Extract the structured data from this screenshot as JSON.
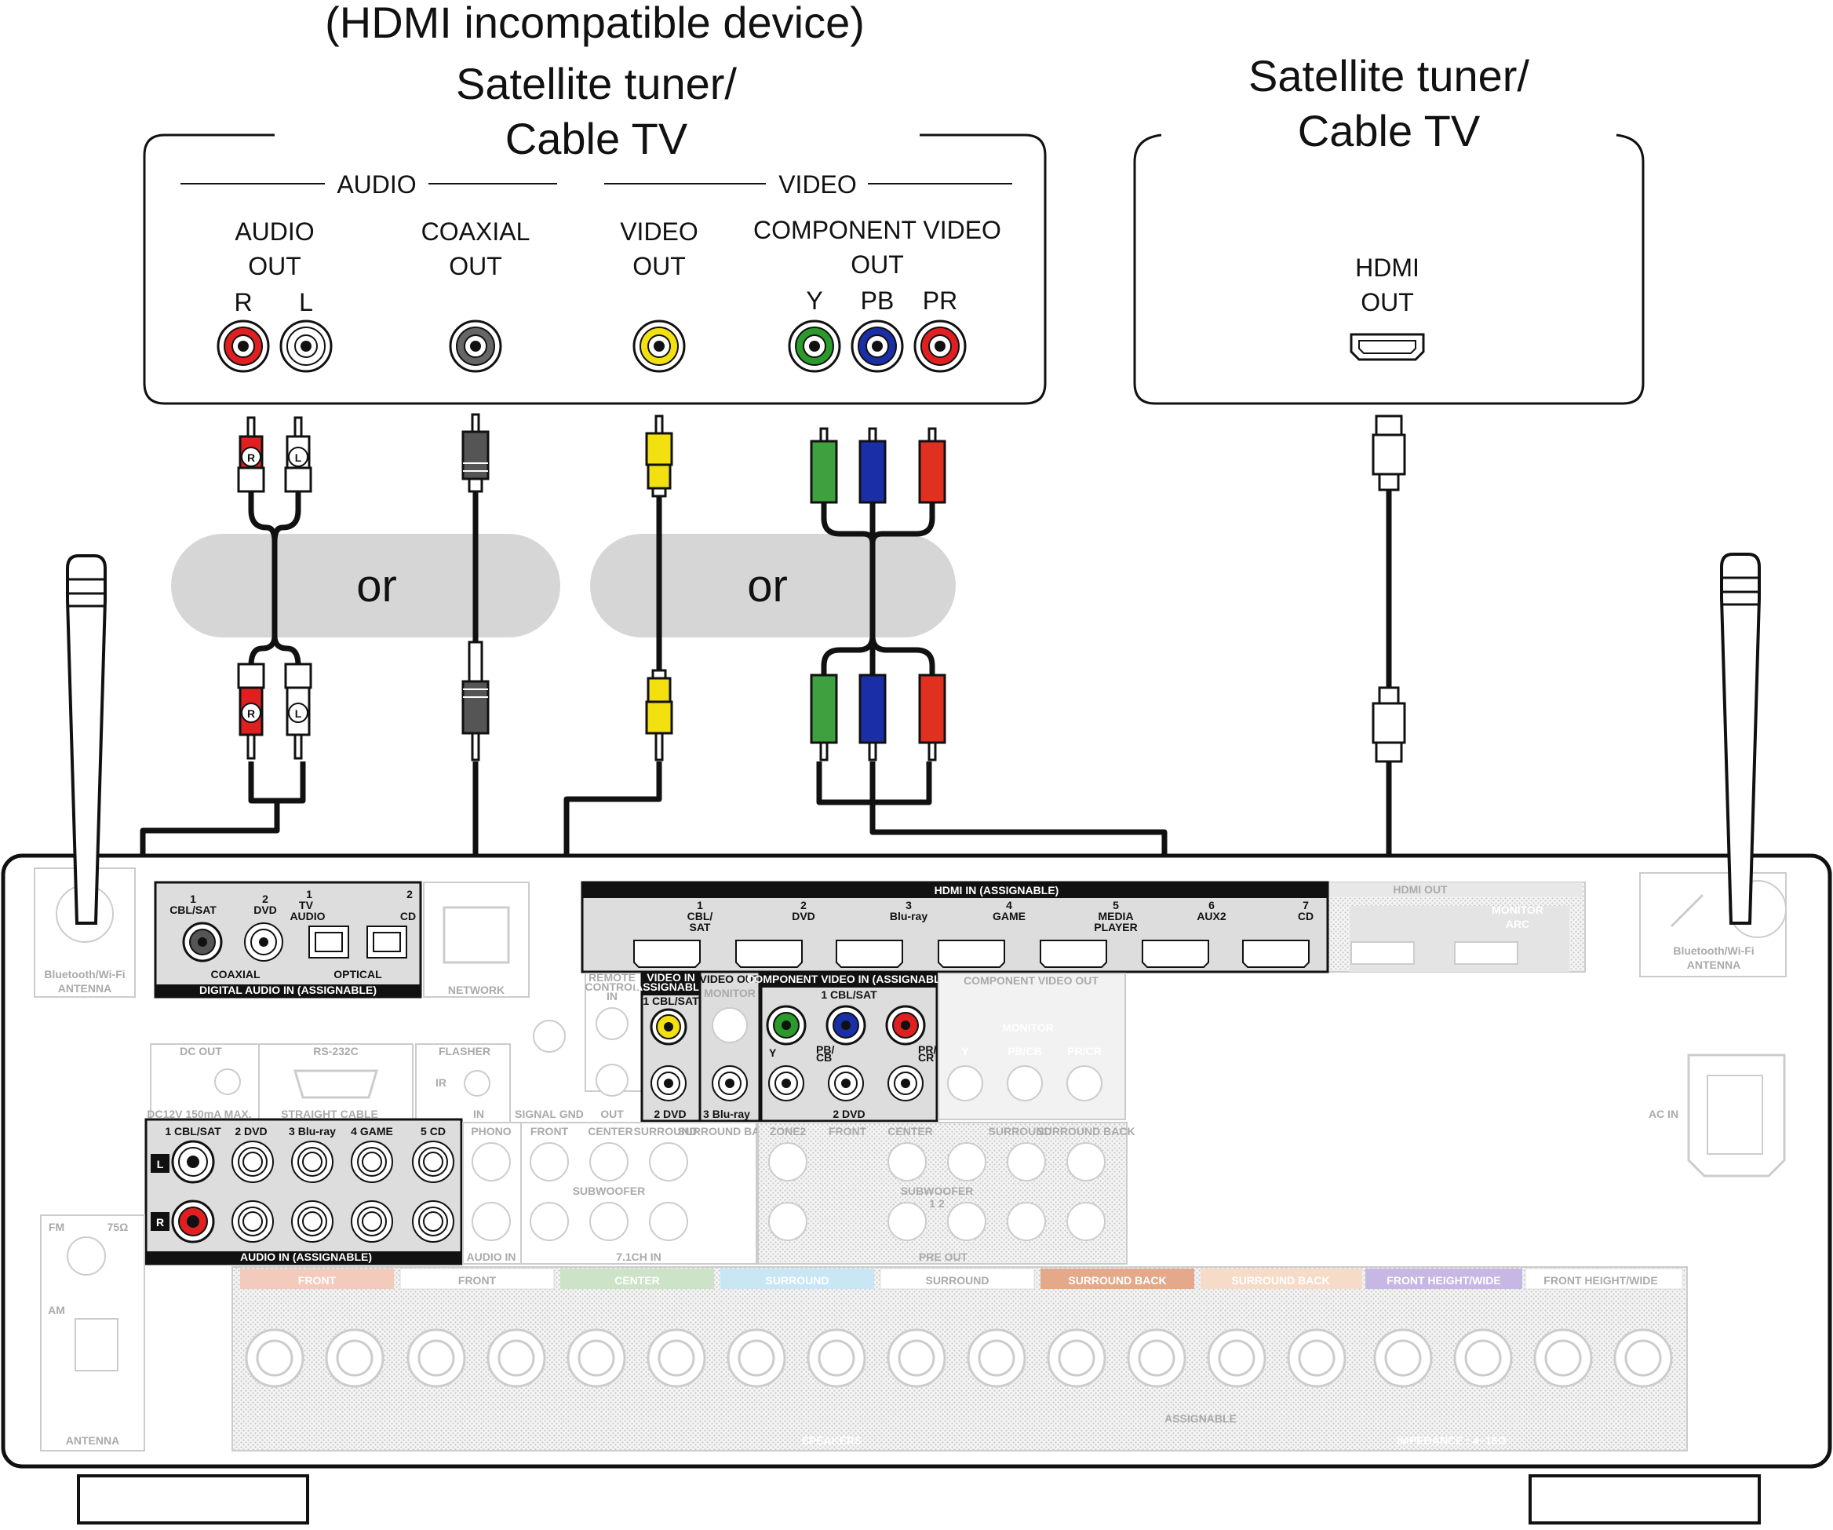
{
  "diagram": {
    "analog_device": {
      "title_line1": "(HDMI incompatible device)",
      "title_line2": "Satellite tuner/",
      "title_line3": "Cable TV",
      "audio_group": "AUDIO",
      "video_group": "VIDEO",
      "audio_out_l1": "AUDIO",
      "audio_out_l2": "OUT",
      "r": "R",
      "l": "L",
      "coaxial_l1": "COAXIAL",
      "coaxial_l2": "OUT",
      "video_out_l1": "VIDEO",
      "video_out_l2": "OUT",
      "component_l1": "COMPONENT VIDEO",
      "component_l2": "OUT",
      "y": "Y",
      "pb": "PB",
      "pr": "PR"
    },
    "hdmi_device": {
      "title_line1": "Satellite tuner/",
      "title_line2": "Cable TV",
      "hdmi_l1": "HDMI",
      "hdmi_l2": "OUT"
    },
    "or_label": "or",
    "plug_r": "R",
    "plug_l": "L",
    "receiver": {
      "bt_antenna_l1": "Bluetooth/Wi-Fi",
      "bt_antenna_l2": "ANTENNA",
      "digital_1": "1",
      "digital_cbl": "CBL/SAT",
      "digital_2": "2",
      "digital_dvd": "DVD",
      "digital_tv1": "1",
      "digital_tv": "TV",
      "digital_audio": "AUDIO",
      "digital_cd2": "2",
      "digital_cd": "CD",
      "coaxial": "COAXIAL",
      "optical": "OPTICAL",
      "digital_in": "DIGITAL AUDIO IN (ASSIGNABLE)",
      "network": "NETWORK",
      "hdmi_in": "HDMI IN (ASSIGNABLE)",
      "hdmi_inputs": [
        "1",
        "CBL/",
        "SAT",
        "2",
        "DVD",
        "3",
        "Blu-ray",
        "4",
        "GAME",
        "5",
        "MEDIA",
        "PLAYER",
        "6",
        "AUX2",
        "7",
        "CD"
      ],
      "hdmi_out": "HDMI OUT",
      "zone2": "ZONE2",
      "monitor": "MONITOR",
      "arc": "ARC",
      "remote_l1": "REMOTE",
      "remote_l2": "CONTROL",
      "remote_in": "IN",
      "remote_out": "OUT",
      "video_in": "VIDEO IN",
      "assignable": "(ASSIGNABLE)",
      "video_1": "1 CBL/SAT",
      "video_2": "2 DVD",
      "video_3": "3 Blu-ray",
      "video_out": "VIDEO OUT",
      "video_monitor": "MONITOR",
      "comp_in": "COMPONENT VIDEO IN (ASSIGNABLE)",
      "comp_1": "1 CBL/SAT",
      "comp_2": "2 DVD",
      "comp_y": "Y",
      "comp_pb": "PB/",
      "comp_cb": "CB",
      "comp_pr": "PR/",
      "comp_cr": "CR",
      "comp_out": "COMPONENT VIDEO OUT",
      "comp_monitor": "MONITOR",
      "comp_out_y": "Y",
      "comp_out_pb": "PB/CB",
      "comp_out_pr": "PR/CR",
      "dc_out": "DC OUT",
      "dc_spec": "DC12V 150mA MAX.",
      "rs232c": "RS-232C",
      "straight": "STRAIGHT CABLE",
      "flasher": "FLASHER",
      "flasher_ir": "IR",
      "flasher_in": "IN",
      "signal_gnd": "SIGNAL GND",
      "audio_in_inputs": [
        "1 CBL/SAT",
        "2 DVD",
        "3 Blu-ray",
        "4 GAME",
        "5 CD"
      ],
      "audio_in": "AUDIO IN (ASSIGNABLE)",
      "ch_l": "L",
      "ch_r": "R",
      "phono": "PHONO",
      "audio_in_small": "AUDIO IN",
      "ch71_labels": [
        "FRONT",
        "CENTER",
        "SURROUND",
        "SURROUND BACK"
      ],
      "subwoofer": "SUBWOOFER",
      "ch71_in": "7.1CH IN",
      "zone2_pre": "ZONE2",
      "pre_labels": [
        "FRONT",
        "CENTER",
        "SURROUND",
        "SURROUND BACK"
      ],
      "pre_sub": "SUBWOOFER",
      "pre_sub_nums": "1    2",
      "pre_out": "PRE OUT",
      "fm": "FM",
      "fm_ohm": "75Ω",
      "am": "AM",
      "antenna": "ANTENNA",
      "speakers": [
        "FRONT",
        "FRONT",
        "CENTER",
        "SURROUND",
        "SURROUND",
        "SURROUND BACK",
        "SURROUND BACK",
        "FRONT HEIGHT/WIDE",
        "FRONT HEIGHT/WIDE"
      ],
      "assignable_spk": "ASSIGNABLE",
      "speakers_label": "SPEAKERS",
      "impedance": "IMPEDANCE : 4~16Ω",
      "ac_in": "AC IN"
    }
  }
}
